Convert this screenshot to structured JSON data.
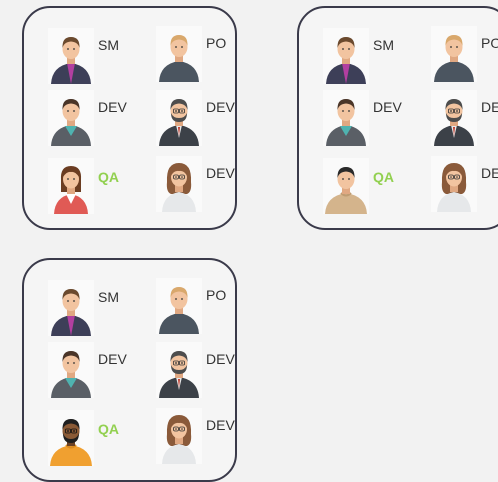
{
  "teams": [
    {
      "id": "team-1",
      "members": [
        {
          "role": "SM",
          "avatar": "man-purple-tie"
        },
        {
          "role": "PO",
          "avatar": "man-blond"
        },
        {
          "role": "DEV",
          "avatar": "man-teal-shirt"
        },
        {
          "role": "DEV",
          "avatar": "man-beard-glasses"
        },
        {
          "role": "QA",
          "avatar": "woman-red-jacket"
        },
        {
          "role": "DEV",
          "avatar": "woman-glasses"
        }
      ]
    },
    {
      "id": "team-2",
      "members": [
        {
          "role": "SM",
          "avatar": "man-purple-tie"
        },
        {
          "role": "PO",
          "avatar": "man-blond"
        },
        {
          "role": "DEV",
          "avatar": "man-teal-shirt"
        },
        {
          "role": "DEV",
          "avatar": "man-beard-glasses"
        },
        {
          "role": "QA",
          "avatar": "man-beige-sweater"
        },
        {
          "role": "DEV",
          "avatar": "woman-glasses"
        }
      ]
    },
    {
      "id": "team-3",
      "members": [
        {
          "role": "SM",
          "avatar": "man-purple-tie"
        },
        {
          "role": "PO",
          "avatar": "man-blond"
        },
        {
          "role": "DEV",
          "avatar": "man-teal-shirt"
        },
        {
          "role": "DEV",
          "avatar": "man-beard-glasses"
        },
        {
          "role": "QA",
          "avatar": "man-orange-sweater-beard"
        },
        {
          "role": "DEV",
          "avatar": "woman-glasses"
        }
      ]
    }
  ],
  "colors": {
    "qa_label": "#92d050",
    "border": "#3a3a4a",
    "background": "#f2f2f2"
  }
}
